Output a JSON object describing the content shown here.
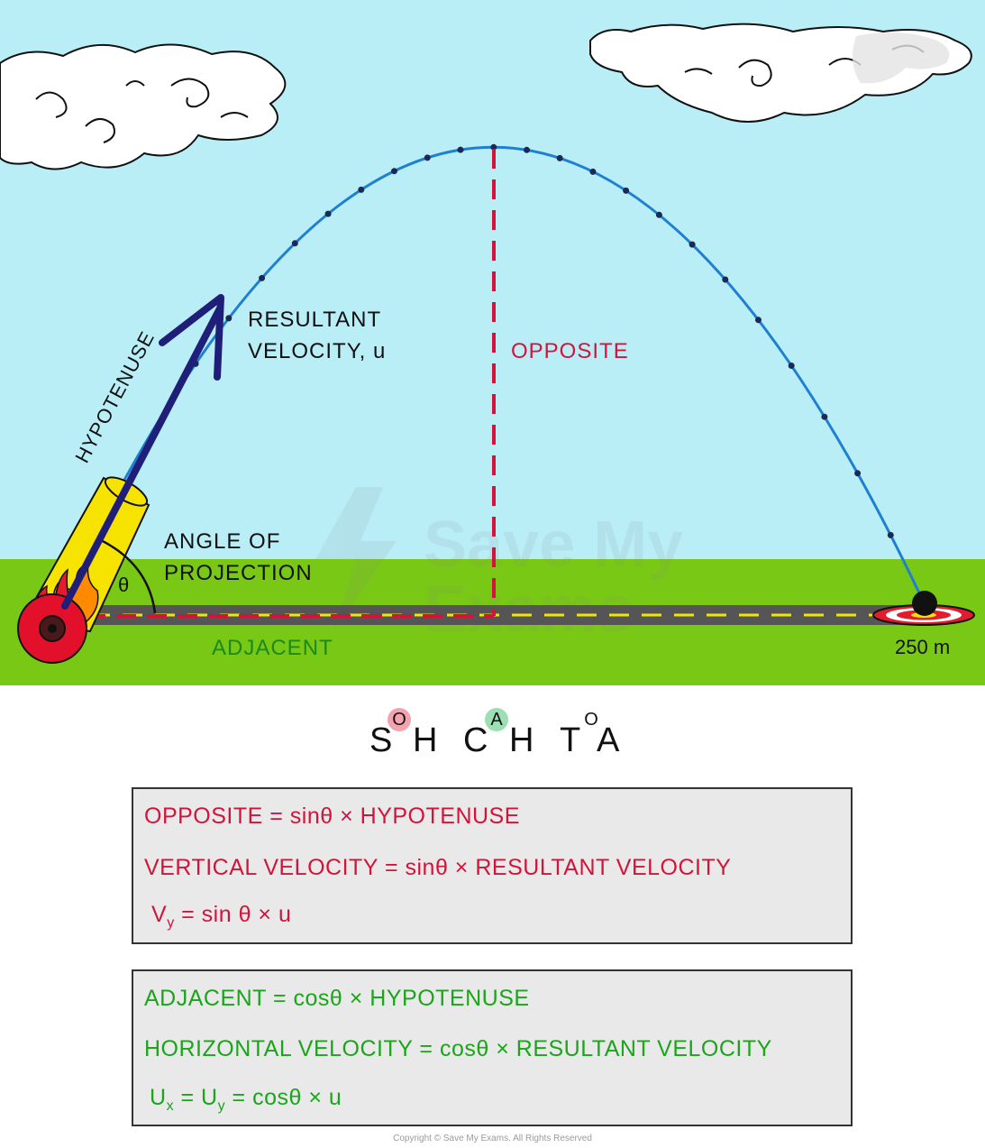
{
  "labels": {
    "resultant_line1": "RESULTANT",
    "resultant_line2": "VELOCITY, u",
    "hypotenuse": "HYPOTENUSE",
    "opposite": "OPPOSITE",
    "angle_line1": "ANGLE  OF",
    "angle_line2": "PROJECTION",
    "theta": "θ",
    "adjacent": "ADJACENT",
    "distance": "250 m"
  },
  "mnemonic": {
    "letters": [
      "S",
      "H",
      "C",
      "H",
      "T",
      "A"
    ],
    "superscripts": [
      "O",
      "A",
      "O"
    ]
  },
  "box_vertical": {
    "line1": "OPPOSITE = sinθ  ×  HYPOTENUSE",
    "line2": "VERTICAL   VELOCITY = sinθ  ×  RESULTANT   VELOCITY",
    "line3_symbol": "V",
    "line3_sub": "y",
    "line3_rest": " = sin θ  ×  u"
  },
  "box_horizontal": {
    "line1": "ADJACENT = cosθ  ×  HYPOTENUSE",
    "line2": "HORIZONTAL   VELOCITY = cosθ  ×  RESULTANT   VELOCITY",
    "line3_a": "U",
    "line3_a_sub": "x",
    "line3_mid": " = U",
    "line3_b_sub": "y",
    "line3_rest": " = cosθ  ×  u"
  },
  "watermark": [
    "Save My",
    "Exams"
  ],
  "copyright": "Copyright © Save My Exams. All Rights Reserved",
  "colors": {
    "sky": "#b9eef7",
    "grass": "#79c815",
    "trajectory": "#1f7fd0",
    "arrow": "#1f1f7a",
    "opposite": "#d4133a",
    "adjacent": "#1a8a1a",
    "cannon": "#f6e400",
    "wheel": "#e3102b"
  }
}
